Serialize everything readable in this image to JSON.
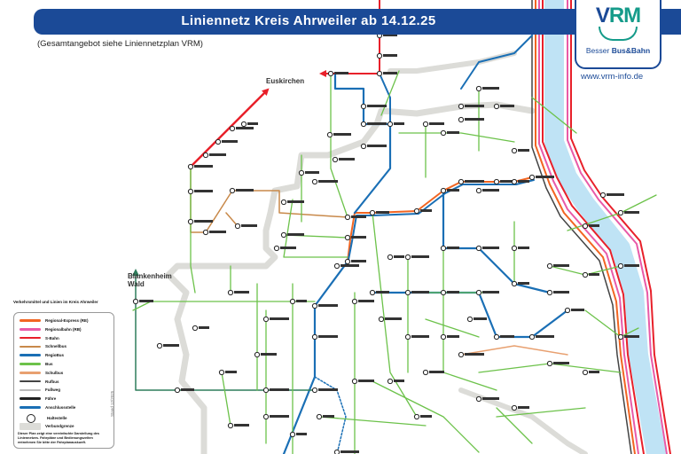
{
  "header": {
    "title": "Liniennetz Kreis Ahrweiler ab 14.12.25",
    "subtitle": "(Gesamtangebot siehe Liniennetzplan VRM)"
  },
  "logo": {
    "mark_v": "V",
    "mark_rm": "RM",
    "tagline_plain": "Besser ",
    "tagline_bold": "Bus&Bahn",
    "url": "www.vrm-info.de"
  },
  "places": {
    "euskirchen": "Euskirchen",
    "blankenheim_wald": "Blankenheim\nWald"
  },
  "legend": {
    "heading": "Verkehrsmittel und Linien im Kreis Ahrweiler",
    "items": [
      {
        "label": "Regional-Express (RE)",
        "color": "#f26522"
      },
      {
        "label": "Regionalbahn (RB)",
        "color": "#e85aa8"
      },
      {
        "label": "S-Bahn",
        "color": "#e8202a"
      },
      {
        "label": "Schnellbus",
        "color": "#c8894a"
      },
      {
        "label": "RegioBus",
        "color": "#1a6fb5"
      },
      {
        "label": "Bus",
        "color": "#6cc24a"
      },
      {
        "label": "Schulbus",
        "color": "#e8a070"
      },
      {
        "label": "Rufbus",
        "color": "#444444"
      },
      {
        "label": "Fußweg",
        "color": "#bbbbbb"
      },
      {
        "label": "Fähre",
        "color": "#222222"
      },
      {
        "label": "Anschlussstelle",
        "color": "#1a6fb5"
      },
      {
        "label": "Haltestelle",
        "color": "#ffffff"
      },
      {
        "label": "Verbundgrenze",
        "color": "#dcdcd8"
      }
    ],
    "note": "Dieser Plan zeigt eine vereinfachte Darstellung des Liniennetzes. Fahrpläne und Bedienungszeiten entnehmen Sie bitte der Fahrplanauskunft.",
    "stand": "Stand 12/2025"
  },
  "colors": {
    "brand_blue": "#1b4a97",
    "brand_teal": "#159b8a",
    "rail_red": "#e8202a",
    "regio_blue": "#1a6fb5",
    "bus_green": "#6cc24a",
    "river": "#bfe3f5"
  }
}
